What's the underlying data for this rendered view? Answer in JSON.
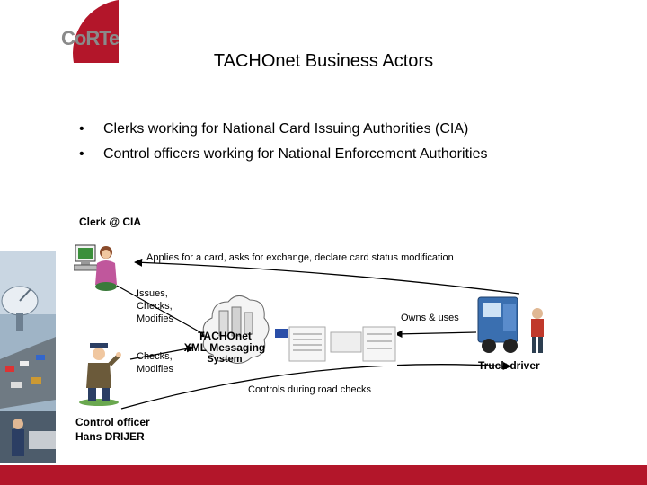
{
  "slide": {
    "title": "TACHOnet Business Actors",
    "bullets": [
      "Clerks working for National Card Issuing Authorities (CIA)",
      "Control officers working for National Enforcement Authorities"
    ],
    "bullet_symbol": "•"
  },
  "diagram": {
    "clerk_label": "Clerk @ CIA",
    "applies_label": "Applies for a card, asks for exchange, declare card status modification",
    "issues_label": [
      "Issues,",
      "Checks,",
      "Modifies"
    ],
    "checks_label": [
      "Checks,",
      "Modifies"
    ],
    "tachonet_label": [
      "TACHOnet",
      "XML Messaging",
      "System"
    ],
    "owns_label": "Owns & uses",
    "truck_driver_label": "Truck driver",
    "controls_label": "Controls during road checks",
    "control_officer_label": [
      "Control officer",
      "Hans DRIJER"
    ]
  },
  "colors": {
    "accent_red": "#b3162a",
    "logo_grey": "#8a8a8a"
  }
}
